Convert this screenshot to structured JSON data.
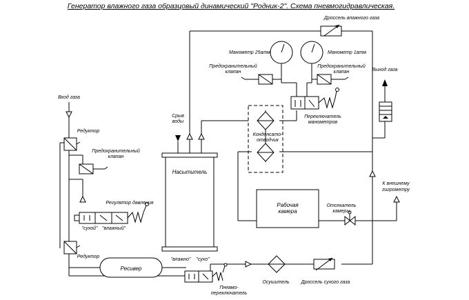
{
  "title": "Генератор влажного газа образцовый динамический \"Родник-2\". Схема пневмогидравлическая.",
  "labels": {
    "drossel_vlazhnogo": "Дроссель влажного газа",
    "manometr_25": "Манометр 25атм",
    "manometr_1": "Манометр 1атм",
    "predohr_klapan_top_1": "Предохранительный",
    "predohr_klapan_top_2": "клапан",
    "predohr_klapan_right_1": "Предохранительный",
    "predohr_klapan_right_2": "клапан",
    "vyhod_gaza": "Выход газа",
    "vhod_gaza": "Вход газа",
    "reduktor_top": "Редуктор",
    "predohr_klapan_left_1": "Предохранительный",
    "predohr_klapan_left_2": "клапан",
    "sryv_1": "Срыв",
    "sryv_2": "воды",
    "pereklyuchatel_man_1": "Переключатель",
    "pereklyuchatel_man_2": "манометров",
    "kondensatootvodchik_1": "Конденсато-",
    "kondensatootvodchik_2": "отводчик",
    "nasytitel": "Насытитель",
    "regulyator": "Регулятор давления",
    "suhoi_left": "\"сухой\"",
    "vlazhnyi_left": "\"влажный\"",
    "rabochaya_1": "Рабочая",
    "rabochaya_2": "камера",
    "otsekatel_1": "Отсекатель",
    "otsekatel_2": "камеры",
    "k_vneshnemu_1": "К внешнему",
    "k_vneshnemu_2": "гигрометру",
    "reduktor_bottom": "Редуктор",
    "resiver": "Ресивер",
    "vlazhnyi_bottom": "\"влажно\"",
    "suhoi_bottom": "\"сухо\"",
    "pnevmo_1": "Пневмо-",
    "pnevmo_2": "переключатель",
    "osushitel": "Осушитель",
    "drossel_suhogo": "Дроссель сухого газа"
  }
}
